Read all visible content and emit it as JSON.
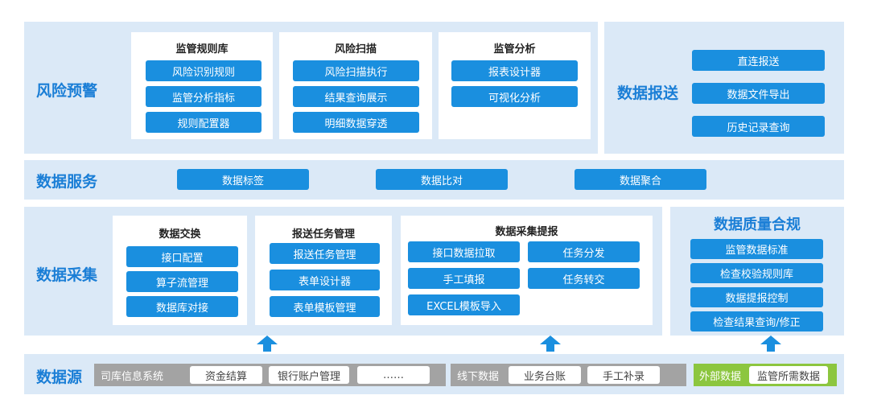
{
  "risk_warning": {
    "label": "风险预警",
    "rule_library": {
      "title": "监管规则库",
      "items": [
        "风险识别规则",
        "监管分析指标",
        "规则配置器"
      ]
    },
    "risk_scan": {
      "title": "风险扫描",
      "items": [
        "风险扫描执行",
        "结果查询展示",
        "明细数据穿透"
      ]
    },
    "regulatory_analysis": {
      "title": "监管分析",
      "items": [
        "报表设计器",
        "可视化分析"
      ]
    }
  },
  "data_submission": {
    "label": "数据报送",
    "items": [
      "直连报送",
      "数据文件导出",
      "历史记录查询"
    ]
  },
  "data_service": {
    "label": "数据服务",
    "items": [
      "数据标签",
      "数据比对",
      "数据聚合"
    ]
  },
  "data_collection": {
    "label": "数据采集",
    "exchange": {
      "title": "数据交换",
      "items": [
        "接口配置",
        "算子流管理",
        "数据库对接"
      ]
    },
    "task_mgmt": {
      "title": "报送任务管理",
      "items": [
        "报送任务管理",
        "表单设计器",
        "表单模板管理"
      ]
    },
    "collection": {
      "title": "数据采集提报",
      "items": [
        "接口数据拉取",
        "任务分发",
        "手工填报",
        "任务转交",
        "EXCEL模板导入"
      ]
    }
  },
  "data_quality": {
    "title": "数据质量合规",
    "items": [
      "监管数据标准",
      "检查校验规则库",
      "数据提报控制",
      "检查结果查询/修正"
    ]
  },
  "data_source": {
    "label": "数据源",
    "treasury": {
      "title": "司库信息系统",
      "items": [
        "资金结算",
        "银行账户管理",
        "……"
      ]
    },
    "offline": {
      "title": "线下数据",
      "items": [
        "业务台账",
        "手工补录"
      ]
    },
    "external": {
      "title": "外部数据",
      "items": [
        "监管所需数据"
      ]
    }
  },
  "colors": {
    "band": "#dbe9f7",
    "button": "#1a8fdf",
    "label": "#1a7ed6",
    "source_gray": "#a3a3a3",
    "source_green": "#8cc63f"
  }
}
